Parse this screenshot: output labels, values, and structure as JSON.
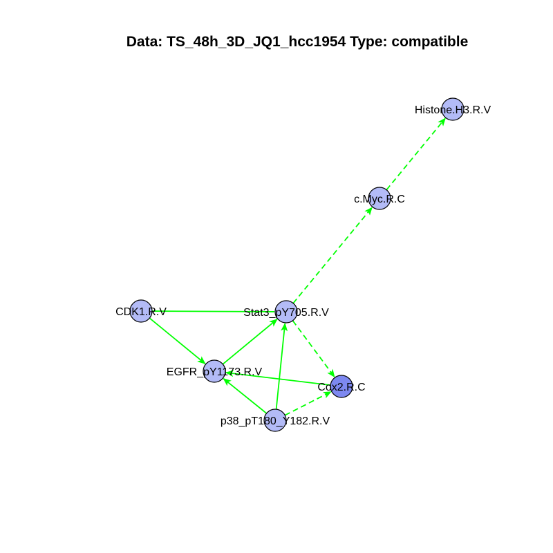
{
  "title": "Data: TS_48h_3D_JQ1_hcc1954 Type: compatible",
  "colors": {
    "edge": "#00ff00",
    "node_fill": "#b3bbf7",
    "node_fill_highlight": "#7d88f0",
    "node_stroke": "#000000"
  },
  "nodes": [
    {
      "id": "histone",
      "label": "Histone.H3.R.V",
      "highlight": false
    },
    {
      "id": "cmyc",
      "label": "c.Myc.R.C",
      "highlight": false
    },
    {
      "id": "cdk1",
      "label": "CDK1.R.V",
      "highlight": false
    },
    {
      "id": "stat3",
      "label": "Stat3_pY705.R.V",
      "highlight": false
    },
    {
      "id": "egfr",
      "label": "EGFR_pY1173.R.V",
      "highlight": false
    },
    {
      "id": "cox2",
      "label": "Cox2.R.C",
      "highlight": true
    },
    {
      "id": "p38",
      "label": "p38_pT180_Y182.R.V",
      "highlight": false
    }
  ],
  "edges": [
    {
      "from": "stat3",
      "to": "cmyc",
      "style": "dashed",
      "arrow": true
    },
    {
      "from": "cmyc",
      "to": "histone",
      "style": "dashed",
      "arrow": true
    },
    {
      "from": "cdk1",
      "to": "stat3",
      "style": "solid",
      "arrow": false
    },
    {
      "from": "cdk1",
      "to": "egfr",
      "style": "solid",
      "arrow": true
    },
    {
      "from": "egfr",
      "to": "stat3",
      "style": "solid",
      "arrow": true
    },
    {
      "from": "stat3",
      "to": "cox2",
      "style": "dashed",
      "arrow": true
    },
    {
      "from": "cox2",
      "to": "egfr",
      "style": "solid",
      "arrow": true
    },
    {
      "from": "p38",
      "to": "stat3",
      "style": "solid",
      "arrow": true
    },
    {
      "from": "p38",
      "to": "egfr",
      "style": "solid",
      "arrow": true
    },
    {
      "from": "p38",
      "to": "cox2",
      "style": "dashed",
      "arrow": true
    }
  ]
}
